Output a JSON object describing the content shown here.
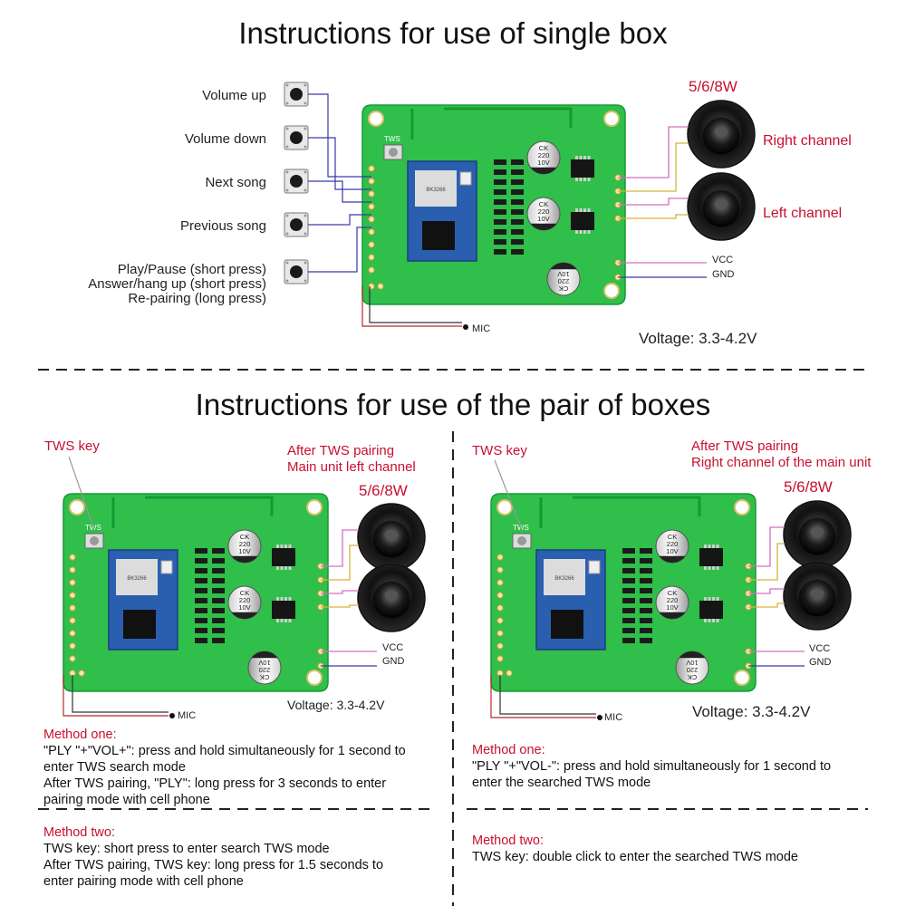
{
  "single": {
    "title": "Instructions for use of single box",
    "buttons": [
      {
        "label": "Volume up"
      },
      {
        "label": "Volume down"
      },
      {
        "label": "Next song"
      },
      {
        "label": "Previous song"
      }
    ],
    "play_lines": [
      "Play/Pause (short press)",
      "Answer/hang up (short press)",
      "Re-pairing (long press)"
    ],
    "power": "5/6/8W",
    "right_channel": "Right channel",
    "left_channel": "Left channel",
    "vcc": "VCC",
    "gnd": "GND",
    "mic": "MIC",
    "voltage": "Voltage: 3.3-4.2V"
  },
  "pair": {
    "title": "Instructions for use of the pair of boxes",
    "left": {
      "tws_key": "TWS key",
      "after_line1": "After TWS pairing",
      "after_line2": "Main unit left channel",
      "power": "5/6/8W",
      "vcc": "VCC",
      "gnd": "GND",
      "mic": "MIC",
      "voltage": "Voltage: 3.3-4.2V",
      "method_one_title": "Method one:",
      "method_one_lines": [
        "\"PLY \"+\"VOL+\": press and hold simultaneously for 1 second to",
        "enter TWS search mode",
        "After TWS pairing, \"PLY\": long press for 3 seconds to enter",
        "pairing mode with cell phone"
      ],
      "method_two_title": "Method two:",
      "method_two_lines": [
        "TWS key: short press to enter search TWS mode",
        "After TWS pairing, TWS key: long press for 1.5 seconds to",
        "enter pairing mode with cell phone"
      ]
    },
    "right": {
      "tws_key": "TWS key",
      "after_line1": "After TWS pairing",
      "after_line2": "Right channel of the main unit",
      "power": "5/6/8W",
      "vcc": "VCC",
      "gnd": "GND",
      "mic": "MIC",
      "voltage": "Voltage: 3.3-4.2V",
      "method_one_title": "Method one:",
      "method_one_lines": [
        "\"PLY \"+\"VOL-\": press and hold simultaneously for 1 second to",
        "enter the searched TWS mode"
      ],
      "method_two_title": "Method two:",
      "method_two_lines": [
        "TWS key: double click to enter the searched TWS mode"
      ]
    }
  },
  "board": {
    "chip_label": "BK3266",
    "cap_lines": [
      "CK",
      "220",
      "10V"
    ],
    "tws_silk": "TWS"
  },
  "colors": {
    "pcb": "#2fbf4a",
    "pcb_dark": "#169a33",
    "accent_red": "#c8102e",
    "wire_blue": "#3a3aa8",
    "wire_pink": "#d070c0",
    "wire_yellow": "#d8b23a",
    "wire_red": "#b8282e"
  }
}
